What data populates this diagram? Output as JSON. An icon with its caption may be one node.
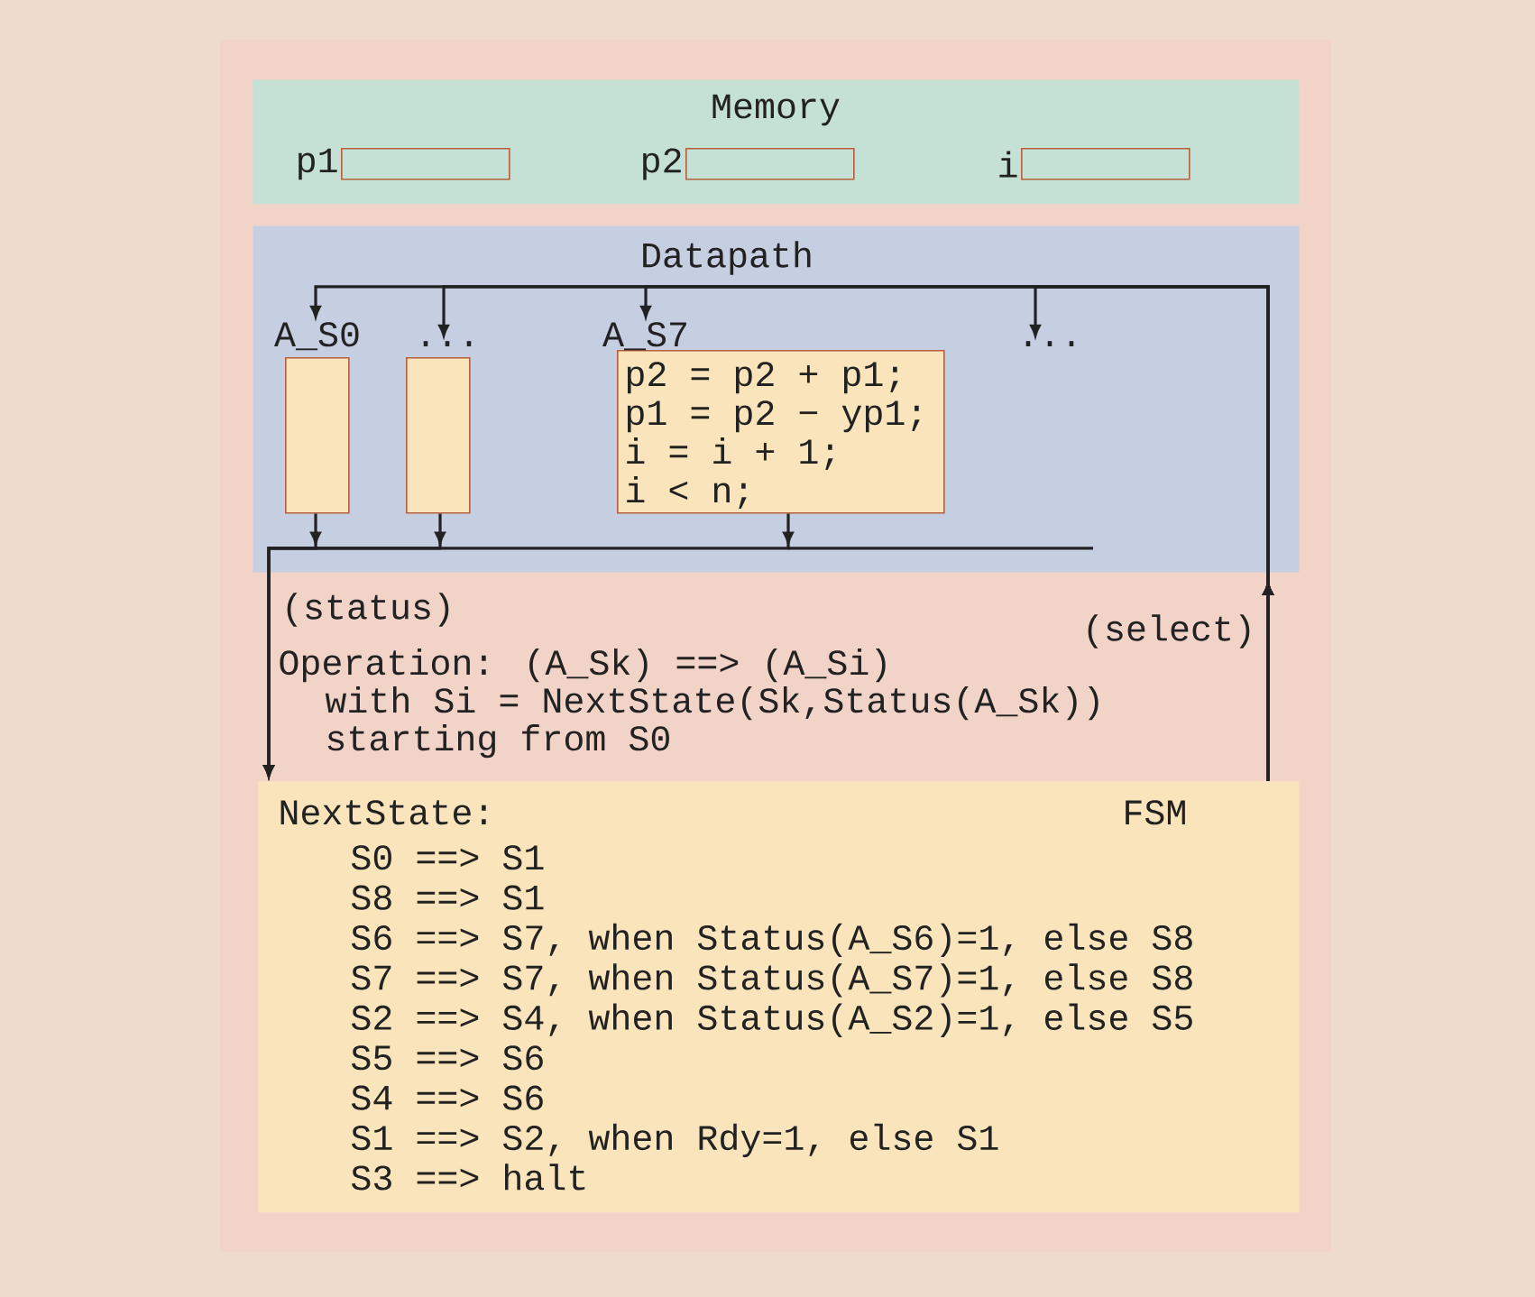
{
  "diagram": {
    "nodes": [
      {
        "text": [
          "Memory"
        ]
      },
      {
        "text": [
          "p1"
        ],
        "in": 0
      },
      {
        "text": [
          "p2"
        ],
        "in": 0
      },
      {
        "text": [
          "i"
        ],
        "in": 0
      },
      {
        "text": [
          "Datapath"
        ]
      },
      {
        "text": [
          "A_S0"
        ],
        "in": 4
      },
      {
        "text": [
          "..."
        ],
        "in": 4
      },
      {
        "text": [
          "A_S7",
          "p2 = p2 + p1;",
          "p1 = p2 − yp1;",
          "i = i + 1;",
          "i < n;"
        ],
        "in": 4
      },
      {
        "text": [
          "..."
        ],
        "in": 4
      },
      {
        "text": [
          "NextState:",
          "FSM",
          "S0 ==> S1",
          "S8 ==> S1",
          "S6 ==> S7, when Status(A_S6)=1, else S8",
          "S7 ==> S7, when Status(A_S7)=1, else S8",
          "S2 ==> S4, when Status(A_S2)=1, else S5",
          "S5 ==> S6",
          "S4 ==> S6",
          "S1 ==> S2, when Rdy=1, else S1",
          "S3 ==> halt"
        ]
      }
    ],
    "edges": [
      {
        "from": 9,
        "to": 5,
        "arrow": "to",
        "label": "(select)"
      },
      {
        "from": 9,
        "to": 6,
        "arrow": "to"
      },
      {
        "from": 9,
        "to": 7,
        "arrow": "to"
      },
      {
        "from": 9,
        "to": 8,
        "arrow": "to"
      },
      {
        "from": 5,
        "to": 9,
        "arrow": "to",
        "label": "(status)"
      },
      {
        "from": 6,
        "to": 9,
        "arrow": "to"
      },
      {
        "from": 7,
        "to": 9,
        "arrow": "to"
      }
    ],
    "labels": [
      "Operation: (A_Sk) ==> (A_Si)",
      "with Si = NextState(Sk,Status(A_Sk))",
      "starting from S0"
    ]
  }
}
